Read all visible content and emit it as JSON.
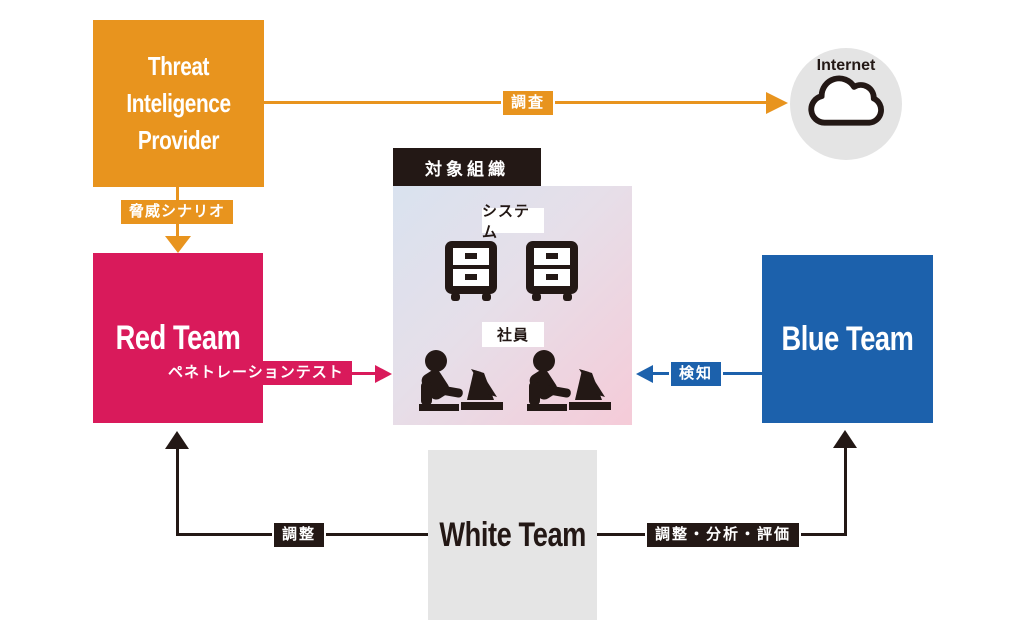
{
  "colors": {
    "orange": "#E8941E",
    "red": "#D91A5B",
    "blue": "#1C61AC",
    "dark": "#231815",
    "white_team_gray": "#E5E5E5",
    "internet_gray": "#E4E4E4",
    "org_gradient_start": "#D9E2EF",
    "org_gradient_end": "#F5CBD8"
  },
  "nodes": {
    "threat_provider": {
      "label": "Threat Inteligence Provider"
    },
    "red_team": {
      "label": "Red Team"
    },
    "blue_team": {
      "label": "Blue Team"
    },
    "white_team": {
      "label": "White Team"
    },
    "internet": {
      "label": "Internet"
    },
    "target_org": {
      "title": "対象組織",
      "system": "システム",
      "employees": "社員"
    }
  },
  "edges": {
    "survey": {
      "label": "調査",
      "from": "threat_provider",
      "to": "internet"
    },
    "threat_scenario": {
      "label": "脅威シナリオ",
      "from": "threat_provider",
      "to": "red_team"
    },
    "pentest": {
      "label": "ペネトレーションテスト",
      "from": "red_team",
      "to": "target_org"
    },
    "detection": {
      "label": "検知",
      "from": "blue_team",
      "to": "target_org"
    },
    "coordination": {
      "label": "調整",
      "from": "white_team",
      "to": "red_team"
    },
    "coordination_analysis": {
      "label": "調整・分析・評価",
      "from": "white_team",
      "to": "blue_team"
    }
  }
}
